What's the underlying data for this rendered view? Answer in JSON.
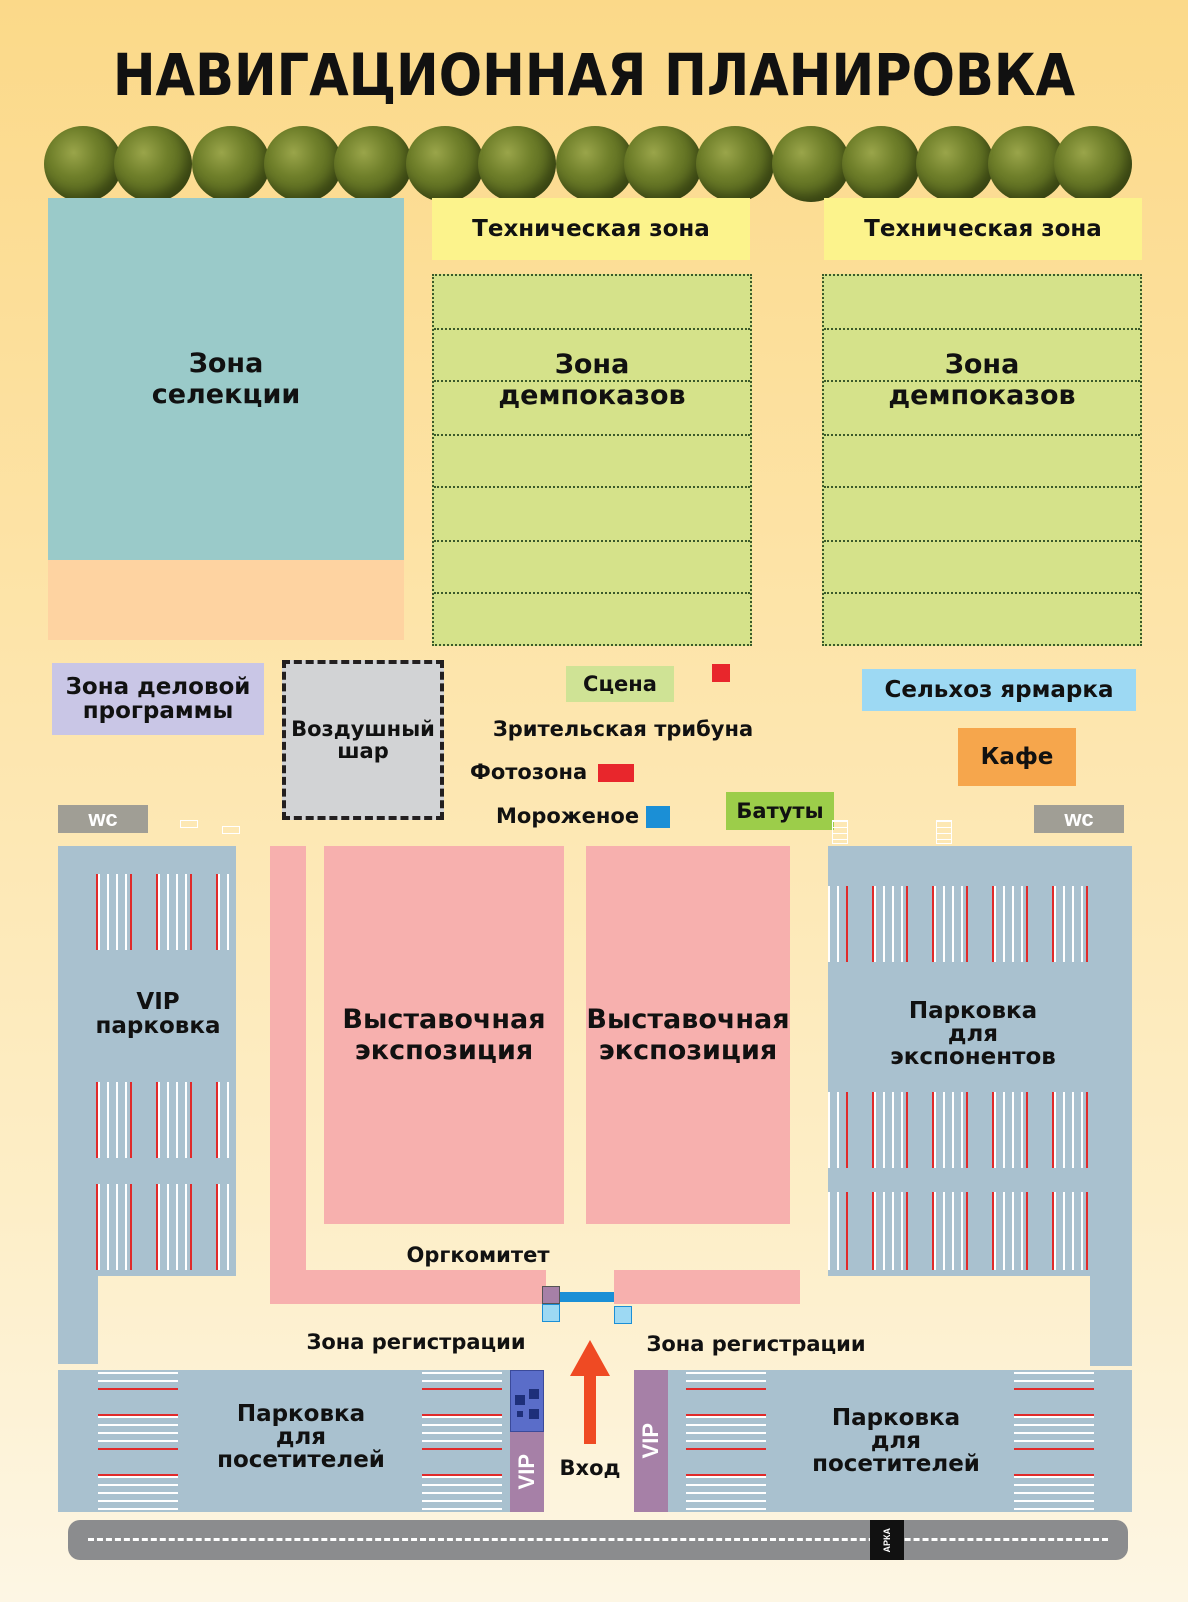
{
  "title": "НАВИГАЦИОННАЯ ПЛАНИРОВКА",
  "zones": {
    "tech_zone_1": "Техническая зона",
    "tech_zone_2": "Техническая зона",
    "selection_zone": [
      "Зона",
      "селекции"
    ],
    "demo_zone_1": [
      "Зона",
      "демпоказов"
    ],
    "demo_zone_2": [
      "Зона",
      "демпоказов"
    ],
    "business_program": [
      "Зона деловой",
      "программы"
    ],
    "balloon": [
      "Воздушный",
      "шар"
    ],
    "stage": "Сцена",
    "spectator_stand": "Зрительская трибуна",
    "photo_zone": "Фотозона",
    "ice_cream": "Мороженое",
    "trampolines": "Батуты",
    "farm_fair": "Сельхоз ярмарка",
    "cafe": "Кафе",
    "wc_left": "wc",
    "wc_right": "wc",
    "vip_parking": [
      "VIP",
      "парковка"
    ],
    "exhibition_1": [
      "Выставочная",
      "экспозиция"
    ],
    "exhibition_2": [
      "Выставочная",
      "экспозиция"
    ],
    "exhibitor_parking": [
      "Парковка",
      "для",
      "экспонентов"
    ],
    "org_committee": "Оргкомитет",
    "registration_left": "Зона регистрации",
    "registration_right": "Зона регистрации",
    "visitor_parking_left": [
      "Парковка",
      "для",
      "посетителей"
    ],
    "visitor_parking_right": [
      "Парковка",
      "для",
      "посетителей"
    ],
    "vip_left": "VIP",
    "vip_right": "VIP",
    "entrance": "Вход",
    "arch": "АРКА"
  },
  "colors": {
    "marker_red": "#e8262c",
    "marker_blue": "#1b8fd6",
    "entrance_arrow": "#ef4a23"
  }
}
